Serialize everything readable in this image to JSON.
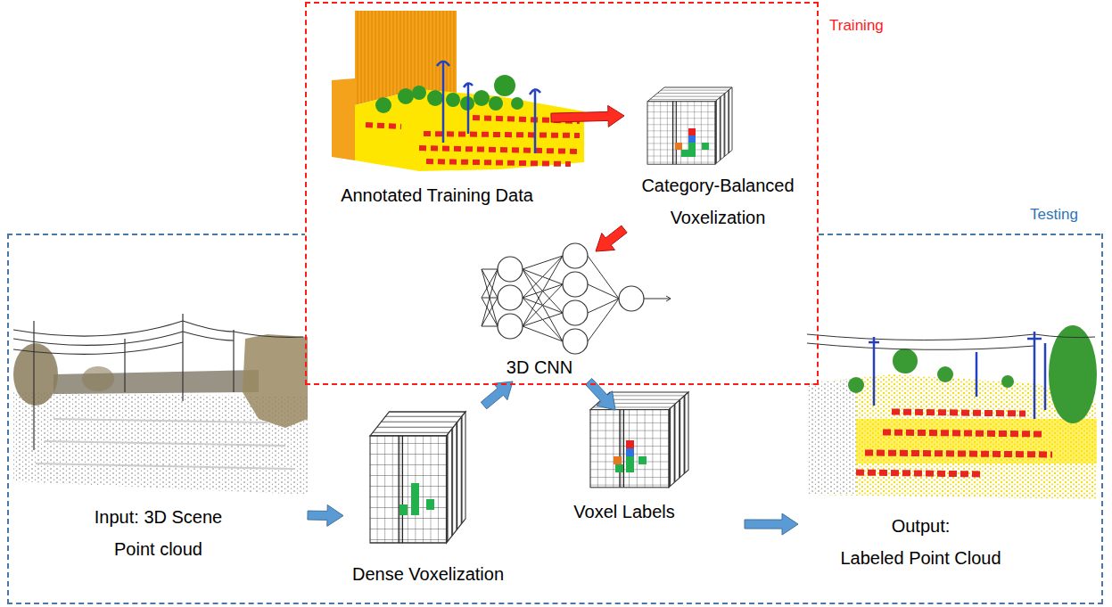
{
  "diagram": {
    "nodes": [
      {
        "text": [
          "Training"
        ]
      },
      {
        "text": [
          "Annotated Training Data"
        ],
        "in": 0
      },
      {
        "text": [
          "Category-Balanced Voxelization"
        ],
        "in": 0
      },
      {
        "text": [
          "3D CNN"
        ],
        "in": 0
      },
      {
        "text": [
          "Testing"
        ]
      },
      {
        "text": [
          "Input: 3D Scene Point cloud"
        ],
        "in": 4
      },
      {
        "text": [
          "Dense Voxelization"
        ],
        "in": 4
      },
      {
        "text": [
          "Voxel Labels"
        ],
        "in": 4
      },
      {
        "text": [
          "Output: Labeled Point Cloud"
        ],
        "in": 4
      }
    ],
    "edges": [
      {
        "from": 1,
        "to": 2,
        "arrow": "to"
      },
      {
        "from": 2,
        "to": 3,
        "arrow": "to"
      },
      {
        "from": 5,
        "to": 6,
        "arrow": "to"
      },
      {
        "from": 6,
        "to": 3,
        "arrow": "to"
      },
      {
        "from": 3,
        "to": 7,
        "arrow": "to"
      },
      {
        "from": 7,
        "to": 8,
        "arrow": "to"
      }
    ]
  }
}
